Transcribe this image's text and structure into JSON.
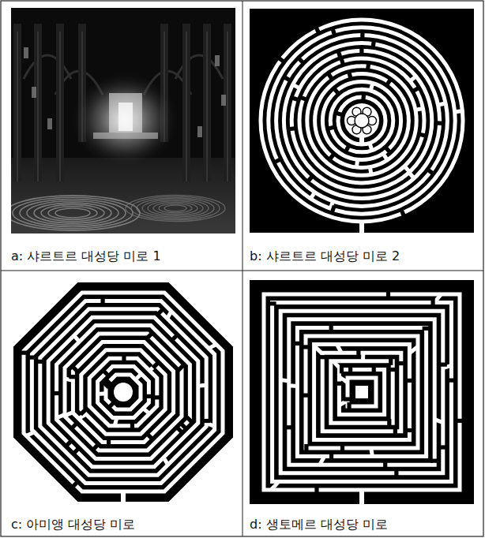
{
  "diagram": {
    "labels": [
      "a: 샤르트르 대성당 미로 1",
      "b: 샤르트르 대성당 미로 2",
      "c: 아미앵 대성당 미로",
      "d: 생토메르 대성당 미로"
    ]
  }
}
